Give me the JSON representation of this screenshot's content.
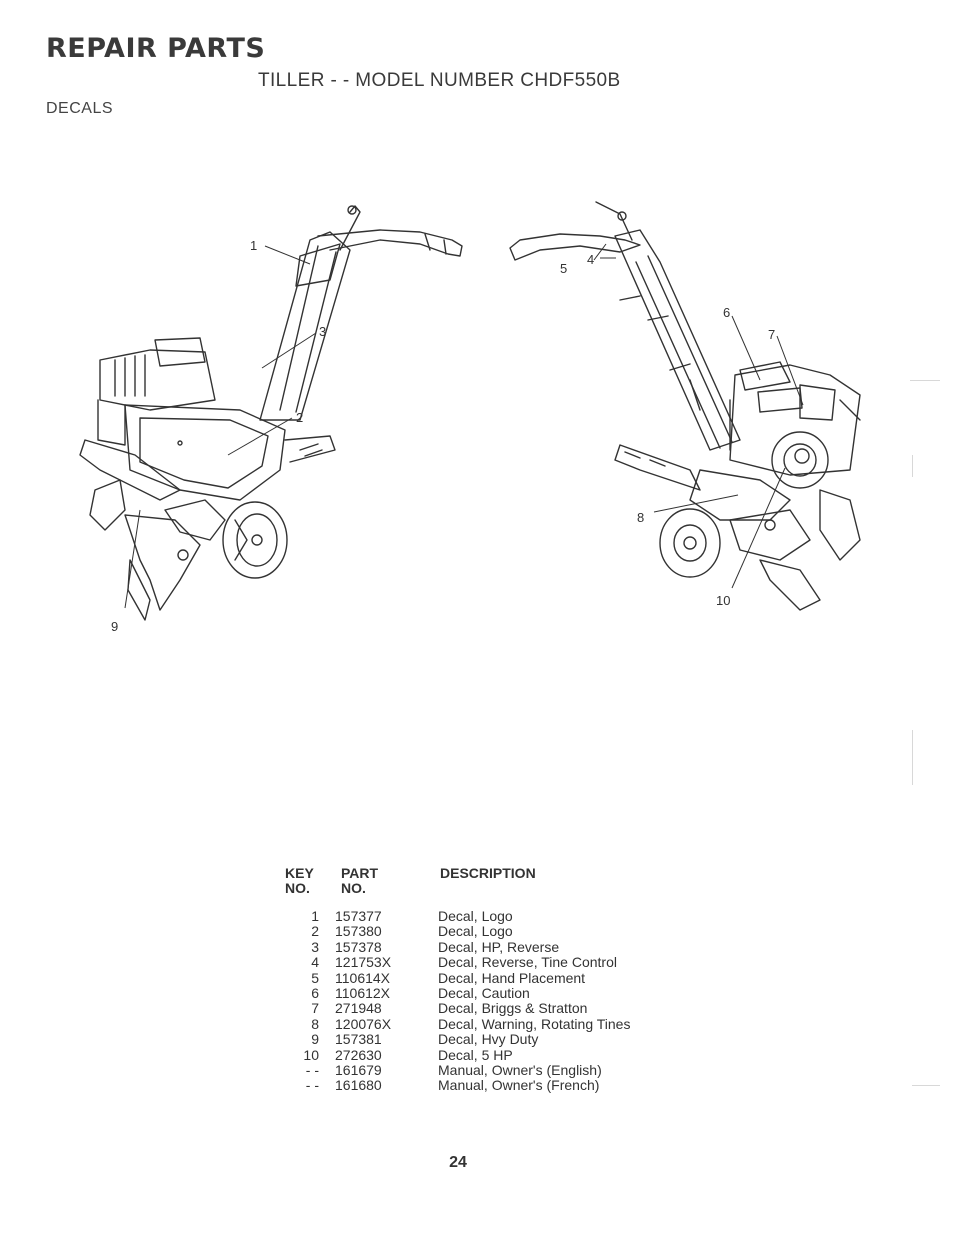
{
  "header": {
    "title": "REPAIR PARTS",
    "subtitle": "TILLER - - MODEL NUMBER CHDF550B",
    "section": "DECALS"
  },
  "illustration": {
    "callouts": [
      "1",
      "2",
      "3",
      "4",
      "5",
      "6",
      "7",
      "8",
      "9",
      "10"
    ]
  },
  "table": {
    "headers": {
      "key_line1": "KEY",
      "key_line2": "NO.",
      "part_line1": "PART",
      "part_line2": "NO.",
      "description": "DESCRIPTION"
    },
    "rows": [
      {
        "key": "1",
        "part": "157377",
        "description": "Decal, Logo"
      },
      {
        "key": "2",
        "part": "157380",
        "description": "Decal, Logo"
      },
      {
        "key": "3",
        "part": "157378",
        "description": "Decal, HP, Reverse"
      },
      {
        "key": "4",
        "part": "121753X",
        "description": "Decal, Reverse, Tine Control"
      },
      {
        "key": "5",
        "part": "110614X",
        "description": "Decal, Hand Placement"
      },
      {
        "key": "6",
        "part": "110612X",
        "description": "Decal, Caution"
      },
      {
        "key": "7",
        "part": "271948",
        "description": "Decal, Briggs & Stratton"
      },
      {
        "key": "8",
        "part": "120076X",
        "description": "Decal, Warning, Rotating Tines"
      },
      {
        "key": "9",
        "part": "157381",
        "description": "Decal, Hvy Duty"
      },
      {
        "key": "10",
        "part": "272630",
        "description": "Decal, 5 HP"
      },
      {
        "key": "- -",
        "part": "161679",
        "description": "Manual, Owner's (English)"
      },
      {
        "key": "- -",
        "part": "161680",
        "description": "Manual, Owner's (French)"
      }
    ]
  },
  "page_number": "24"
}
